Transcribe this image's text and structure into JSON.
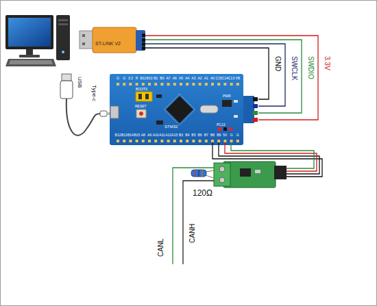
{
  "diagram": {
    "labels": [
      "GND",
      "SWCLK",
      "SWDIO",
      "3.3V",
      "USB",
      "Type-c",
      "ST-LINK V2",
      "BOOT0",
      "RESET",
      "PWR",
      "PC13",
      "STM32",
      "120Ω",
      "CANL",
      "CANH",
      "G",
      "G",
      "3.3",
      "R",
      "B11",
      "B10",
      "B1",
      "B0",
      "A7",
      "A6",
      "A5",
      "A4",
      "A3",
      "A2",
      "A1",
      "A0",
      "C15",
      "C14",
      "C13",
      "VB",
      "B12",
      "B13",
      "B14",
      "B15",
      "A8",
      "A9",
      "A10",
      "A11",
      "A12",
      "A15",
      "B3",
      "B4",
      "B5",
      "B6",
      "B7",
      "B8",
      "B9",
      "5V",
      "G",
      "G"
    ]
  }
}
